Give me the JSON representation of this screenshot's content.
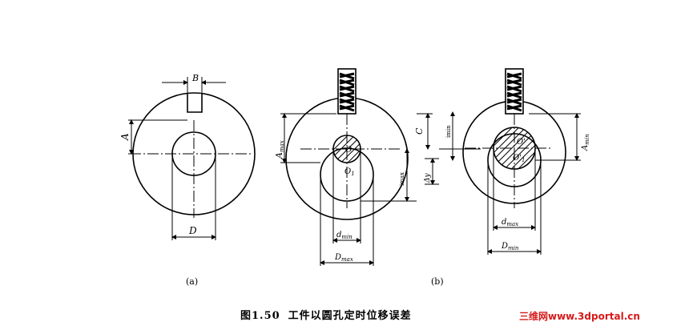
{
  "figures": {
    "a": {
      "label": "(a)",
      "dim_B": "B",
      "dim_A": "A",
      "dim_D": "D"
    },
    "b": {
      "label": "(b)",
      "left": {
        "dim_Amax_main": "A",
        "dim_Amax_sub": "max",
        "center": "O",
        "center_1": "O",
        "center_1_sub": "1",
        "dim_dmin_main": "d",
        "dim_dmin_sub": "min",
        "dim_Dmax_main": "D",
        "dim_Dmax_sub": "max",
        "dim_imax": "imax"
      },
      "middle": {
        "dim_C": "C",
        "dim_delta": "Δy",
        "dim_imin": "imin"
      },
      "right": {
        "center": "O'",
        "center_1": "O'",
        "center_1_sub": "1",
        "dim_Amin_main": "A",
        "dim_Amin_sub": "min",
        "dim_dmax_main": "d",
        "dim_dmax_sub": "max",
        "dim_Dmin_main": "D",
        "dim_Dmin_sub": "min"
      }
    }
  },
  "caption": {
    "number": "图1.50",
    "title": "工件以圆孔定时位移误差"
  },
  "watermark": {
    "text": "三维网www.3dportal.cn",
    "color": "#d61a1a"
  }
}
